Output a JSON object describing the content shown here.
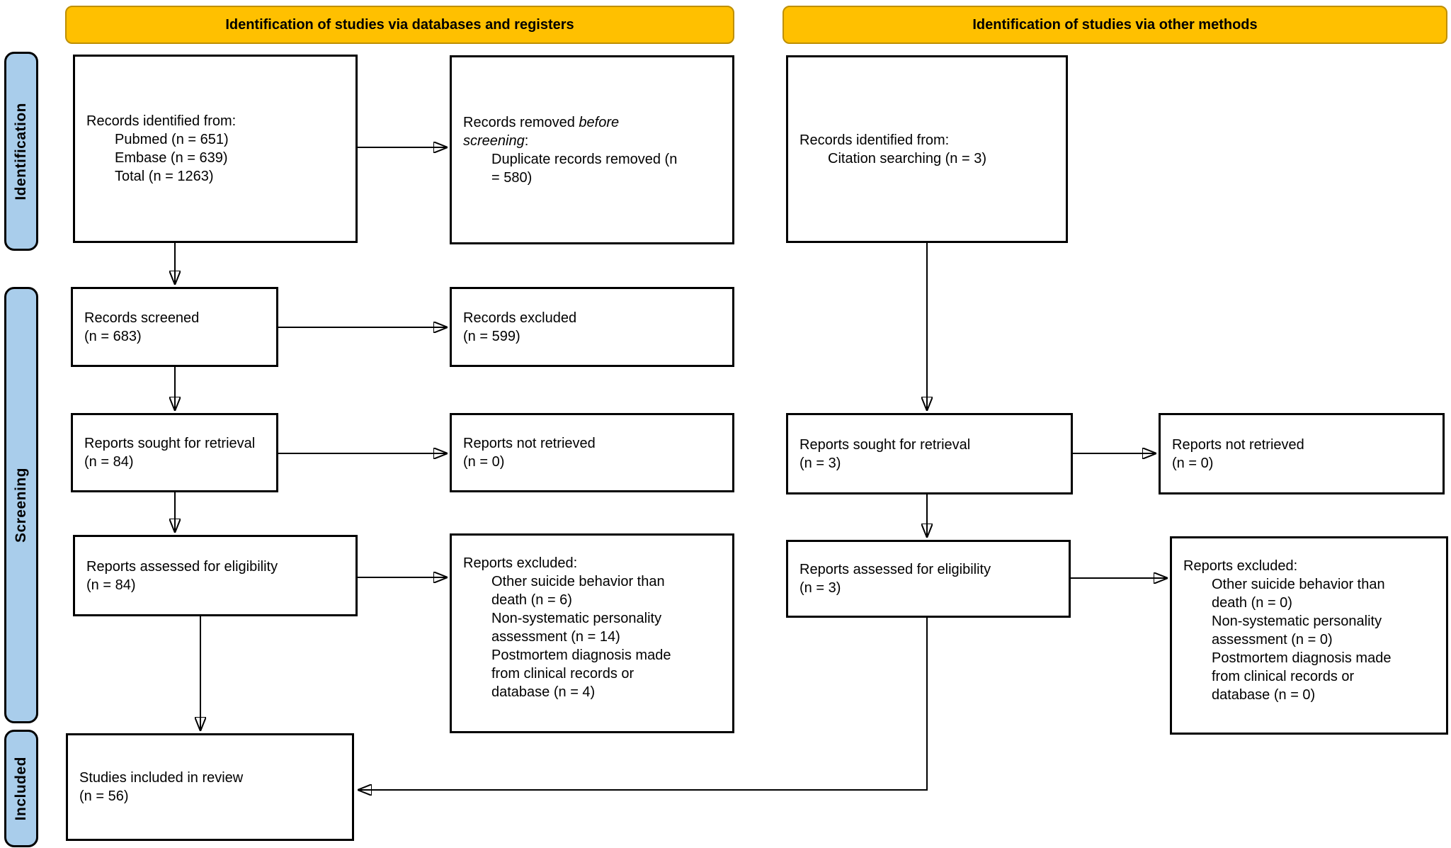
{
  "figure": "PRISMA flow diagram",
  "headers": {
    "left": "Identification of studies via databases and registers",
    "right": "Identification of studies via other methods"
  },
  "stages": {
    "identification": "Identification",
    "screening": "Screening",
    "included": "Included"
  },
  "boxes": {
    "db_identified": {
      "title": "Records identified from:",
      "items": [
        "Pubmed (n = 651)",
        "Embase (n = 639)",
        "Total (n = 1263)"
      ]
    },
    "records_removed": {
      "line1_pre": "Records removed ",
      "line1_italic": "before",
      "line2_italic": "screening",
      "line2_post": ":",
      "items": [
        "Duplicate records removed (n = 580)"
      ]
    },
    "other_identified": {
      "title": "Records identified from:",
      "items": [
        "Citation searching (n = 3)"
      ]
    },
    "records_screened": {
      "title": "Records screened",
      "count": "(n = 683)"
    },
    "records_excluded": {
      "title": "Records excluded",
      "count": "(n = 599)"
    },
    "db_sought": {
      "title": "Reports sought for retrieval",
      "count": "(n = 84)"
    },
    "db_not_retrieved": {
      "title": "Reports not retrieved",
      "count": "(n = 0)"
    },
    "other_sought": {
      "title": "Reports sought for retrieval",
      "count": "(n = 3)"
    },
    "other_not_retrieved": {
      "title": "Reports not retrieved",
      "count": "(n = 0)"
    },
    "db_assessed": {
      "title": "Reports assessed for eligibility",
      "count": "(n = 84)"
    },
    "db_reports_excluded": {
      "title": "Reports excluded:",
      "items": [
        "Other suicide behavior than death (n = 6)",
        "Non-systematic personality assessment (n = 14)",
        "Postmortem diagnosis made from clinical records or database (n = 4)"
      ]
    },
    "other_assessed": {
      "title": "Reports assessed for eligibility",
      "count": "(n = 3)"
    },
    "other_reports_excluded": {
      "title": "Reports excluded:",
      "items": [
        "Other suicide behavior than death (n = 0)",
        "Non-systematic personality assessment (n = 0)",
        "Postmortem diagnosis made from clinical records or database (n = 0)"
      ]
    },
    "included_review": {
      "title": "Studies included in review",
      "count": "(n = 56)"
    }
  },
  "colors": {
    "header_fill": "#FFC000",
    "header_border": "#BE8F00",
    "sidebar_fill": "#A9CDEB",
    "sidebar_border": "#000000",
    "box_border": "#000000",
    "arrow_color": "#000000",
    "bg": "#FFFFFF"
  }
}
